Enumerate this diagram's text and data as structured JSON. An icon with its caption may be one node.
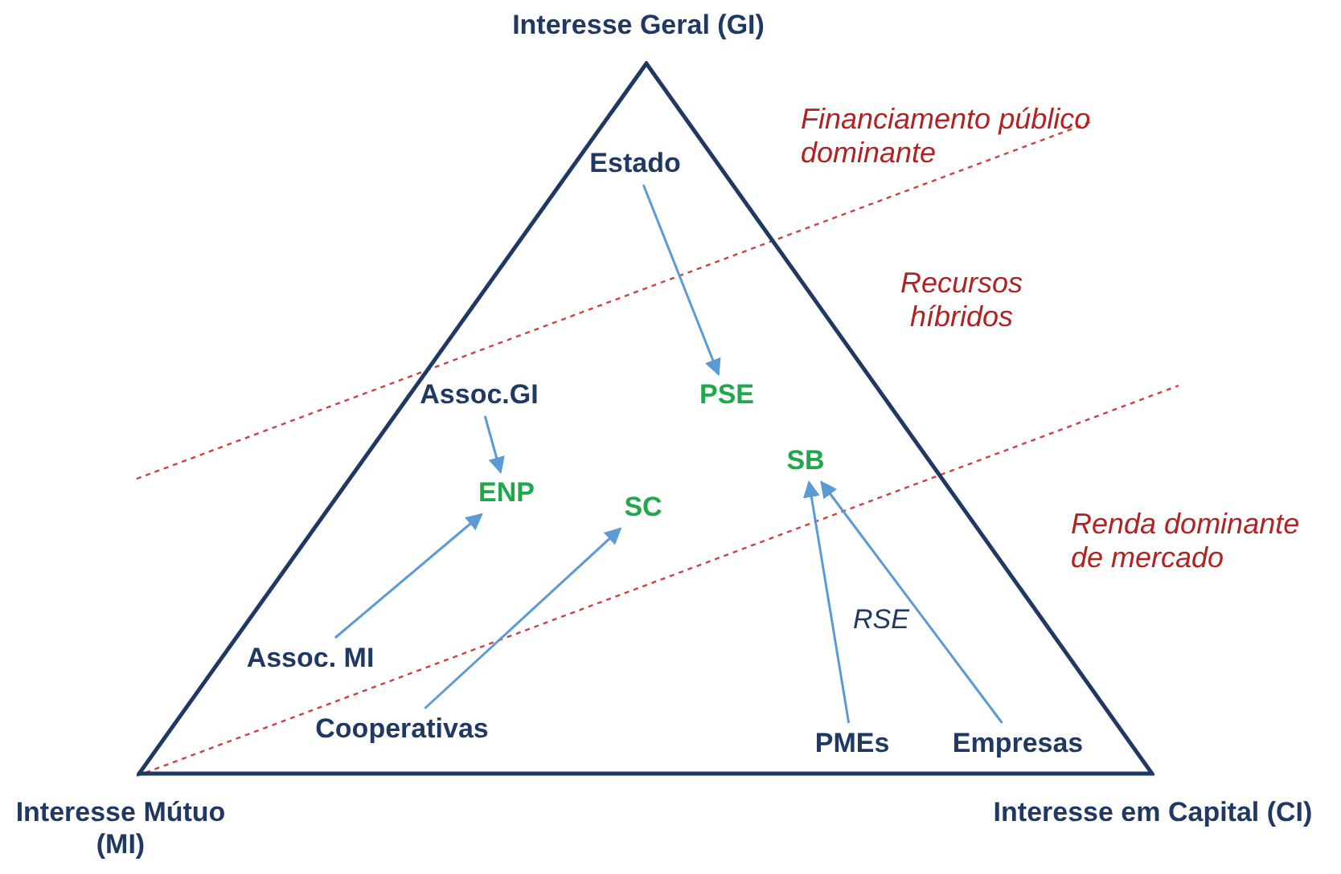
{
  "diagram": {
    "title": "Interesse Geral (GI)",
    "nodes": [
      {
        "text": [],
        "shape": "triangle"
      },
      {
        "text": [
          "Estado"
        ],
        "in": 0
      },
      {
        "text": [
          "PSE"
        ],
        "in": 0
      },
      {
        "text": [
          "Assoc.GI"
        ],
        "in": 0
      },
      {
        "text": [
          "ENP"
        ],
        "in": 0
      },
      {
        "text": [
          "SC"
        ],
        "in": 0
      },
      {
        "text": [
          "SB"
        ],
        "in": 0
      },
      {
        "text": [
          "Assoc. MI"
        ],
        "in": 0
      },
      {
        "text": [
          "Cooperativas"
        ],
        "in": 0
      },
      {
        "text": [
          "PMEs"
        ],
        "in": 0
      },
      {
        "text": [
          "Empresas"
        ],
        "in": 0
      }
    ],
    "edges": [
      {
        "from": 1,
        "to": 2,
        "arrow": "to"
      },
      {
        "from": 3,
        "to": 4,
        "arrow": "to"
      },
      {
        "from": 7,
        "to": 4,
        "arrow": "to"
      },
      {
        "from": 8,
        "to": 5,
        "arrow": "to"
      },
      {
        "from": 9,
        "to": 6,
        "arrow": "to"
      },
      {
        "from": 10,
        "to": 6,
        "arrow": "to"
      }
    ],
    "labels": [
      "Financiamento público dominante",
      "Recursos híbridos",
      "RSE",
      "Renda dominante de mercado",
      "Interesse Mútuo (MI)",
      "Interesse em Capital (CI)"
    ]
  }
}
